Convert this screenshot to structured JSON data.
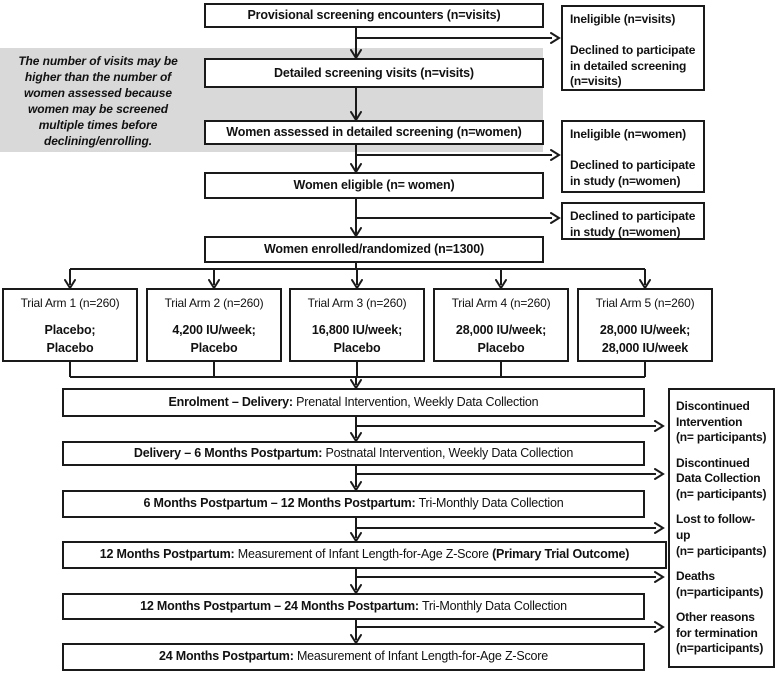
{
  "diagram": {
    "screening": {
      "boxes": [
        {
          "label": "Provisional screening encounters (n=visits)"
        },
        {
          "label": "Detailed screening visits (n=visits)"
        },
        {
          "label": "Women assessed in detailed screening (n=women)"
        },
        {
          "label": "Women eligible (n= women)"
        },
        {
          "label": "Women enrolled/randomized (n=1300)"
        }
      ],
      "side_note_lines": [
        "The number of visits may be",
        "higher than the number of",
        "women assessed because",
        "women may be screened",
        "multiple times before",
        "declining/enrolling."
      ],
      "exit_boxes": [
        {
          "lines": [
            "Ineligible (n=visits)",
            "",
            "Declined to participate",
            "in detailed screening",
            "(n=visits)"
          ]
        },
        {
          "lines": [
            "Ineligible (n=women)",
            "",
            "Declined to participate",
            "in study (n=women)"
          ]
        },
        {
          "lines": [
            "Declined to participate",
            "in study (n=women)"
          ]
        }
      ]
    },
    "arms": [
      {
        "title": "Trial Arm 1 (n=260)",
        "regimen_lines": [
          "Placebo;",
          "Placebo"
        ]
      },
      {
        "title": "Trial Arm 2 (n=260)",
        "regimen_lines": [
          "4,200 IU/week;",
          "Placebo"
        ]
      },
      {
        "title": "Trial Arm 3 (n=260)",
        "regimen_lines": [
          "16,800 IU/week;",
          "Placebo"
        ]
      },
      {
        "title": "Trial Arm 4 (n=260)",
        "regimen_lines": [
          "28,000 IU/week;",
          "Placebo"
        ]
      },
      {
        "title": "Trial Arm 5 (n=260)",
        "regimen_lines": [
          "28,000 IU/week;",
          "28,000 IU/week"
        ]
      }
    ],
    "phases": [
      {
        "period": "Enrolment – Delivery:",
        "activity": " Prenatal Intervention, Weekly Data Collection",
        "highlight": ""
      },
      {
        "period": "Delivery – 6 Months Postpartum:",
        "activity": " Postnatal Intervention, Weekly Data Collection",
        "highlight": ""
      },
      {
        "period": "6 Months Postpartum – 12 Months Postpartum:",
        "activity": " Tri-Monthly Data Collection",
        "highlight": ""
      },
      {
        "period": "12 Months Postpartum:",
        "activity": " Measurement of Infant Length-for-Age Z-Score ",
        "highlight": "(Primary Trial Outcome)"
      },
      {
        "period": "12 Months Postpartum – 24 Months Postpartum:",
        "activity": " Tri-Monthly Data Collection",
        "highlight": ""
      },
      {
        "period": "24 Months Postpartum:",
        "activity": " Measurement of Infant Length-for-Age Z-Score",
        "highlight": ""
      }
    ],
    "termination": {
      "items": [
        {
          "lines": [
            "Discontinued",
            "Intervention",
            "(n= participants)"
          ]
        },
        {
          "lines": [
            "Discontinued",
            "Data Collection",
            "(n= participants)"
          ]
        },
        {
          "lines": [
            "Lost to follow-up",
            "(n= participants)"
          ]
        },
        {
          "lines": [
            "Deaths",
            "(n=participants)"
          ]
        },
        {
          "lines": [
            "Other reasons",
            "for termination",
            "(n=participants)"
          ]
        }
      ]
    },
    "colors": {
      "line": "#1a1a1a",
      "note_bg": "#d9d9d9",
      "box_bg": "#ffffff"
    }
  }
}
